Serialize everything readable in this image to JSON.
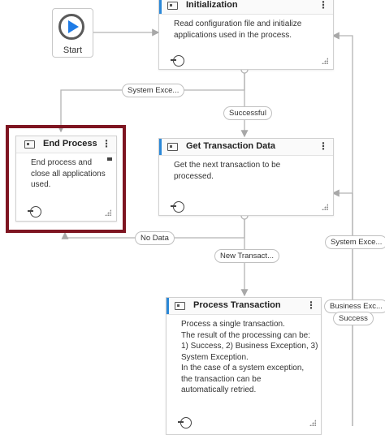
{
  "start": {
    "label": "Start"
  },
  "states": {
    "initialization": {
      "title": "Initialization",
      "description": "Read configuration file and initialize applications used in the process."
    },
    "get_transaction": {
      "title": "Get Transaction Data",
      "description": "Get the next transaction to be processed."
    },
    "end_process": {
      "title": "End Process",
      "description": "End process and close all applications used."
    },
    "process_transaction": {
      "title": "Process Transaction",
      "description_lines": [
        "Process a single transaction.",
        "The result of the processing can be:",
        "1) Success, 2) Business Exception, 3)",
        "System Exception.",
        "In the case of a system exception,",
        "the transaction can be",
        "automatically retried."
      ]
    }
  },
  "transitions": {
    "system_exception_1": "System Exce...",
    "successful": "Successful",
    "no_data": "No Data",
    "new_transaction": "New Transact...",
    "system_exception_2": "System Exce...",
    "business_exception": "Business Exc...",
    "success": "Success"
  },
  "colors": {
    "accent": "#2b88d8",
    "play": "#1e7be6",
    "highlight": "#7e1521",
    "wire": "#b4b4b4"
  }
}
